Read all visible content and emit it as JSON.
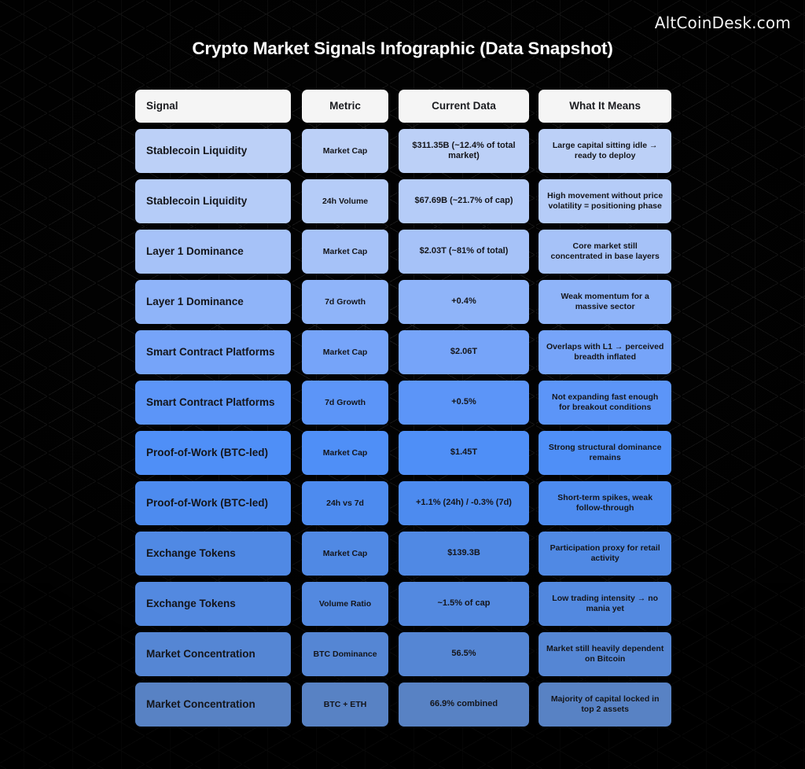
{
  "watermark": "AltCoinDesk.com",
  "title": "Crypto Market Signals Infographic (Data Snapshot)",
  "colors": {
    "background": "#030303",
    "pattern_line": "#2a2a2a",
    "header_cell": "#f5f5f5",
    "cell_text": "#14151a",
    "title_text": "#ffffff",
    "cell_top": "#bcd0f7",
    "cell_mid": "#4f8ff7",
    "cell_bottom": "#5882c4"
  },
  "table": {
    "headers": [
      "Signal",
      "Metric",
      "Current Data",
      "What It Means"
    ],
    "rows": [
      {
        "signal": "Stablecoin Liquidity",
        "metric": "Market Cap",
        "current_data": "$311.35B (~12.4% of total market)",
        "what_it_means": "Large capital sitting idle → ready to deploy",
        "color": "#bcd0f7"
      },
      {
        "signal": "Stablecoin Liquidity",
        "metric": "24h Volume",
        "current_data": "$67.69B (~21.7% of cap)",
        "what_it_means": "High movement without price volatility = positioning phase",
        "color": "#b5ccf8"
      },
      {
        "signal": "Layer 1 Dominance",
        "metric": "Market Cap",
        "current_data": "$2.03T (~81% of total)",
        "what_it_means": "Core market still concentrated in base layers",
        "color": "#a6c2f8"
      },
      {
        "signal": "Layer 1 Dominance",
        "metric": "7d Growth",
        "current_data": "+0.4%",
        "what_it_means": "Weak momentum for a massive sector",
        "color": "#8fb4f9"
      },
      {
        "signal": "Smart Contract Platforms",
        "metric": "Market Cap",
        "current_data": "$2.06T",
        "what_it_means": "Overlaps with L1 → perceived breadth inflated",
        "color": "#76a4f9"
      },
      {
        "signal": "Smart Contract Platforms",
        "metric": "7d Growth",
        "current_data": "+0.5%",
        "what_it_means": "Not expanding fast enough for breakout conditions",
        "color": "#5c95f8"
      },
      {
        "signal": "Proof-of-Work (BTC-led)",
        "metric": "Market Cap",
        "current_data": "$1.45T",
        "what_it_means": "Strong structural dominance remains",
        "color": "#4f8ff7"
      },
      {
        "signal": "Proof-of-Work (BTC-led)",
        "metric": "24h vs 7d",
        "current_data": "+1.1% (24h) / -0.3% (7d)",
        "what_it_means": "Short-term spikes, weak follow-through",
        "color": "#4d8bef"
      },
      {
        "signal": "Exchange Tokens",
        "metric": "Market Cap",
        "current_data": "$139.3B",
        "what_it_means": "Participation proxy for retail activity",
        "color": "#5089e4"
      },
      {
        "signal": "Exchange Tokens",
        "metric": "Volume Ratio",
        "current_data": "~1.5% of cap",
        "what_it_means": "Low trading intensity → no mania yet",
        "color": "#5389e0"
      },
      {
        "signal": "Market Concentration",
        "metric": "BTC Dominance",
        "current_data": "56.5%",
        "what_it_means": "Market still heavily dependent on Bitcoin",
        "color": "#5586d4"
      },
      {
        "signal": "Market Concentration",
        "metric": "BTC + ETH",
        "current_data": "66.9% combined",
        "what_it_means": "Majority of capital locked in top 2 assets",
        "color": "#5882c4"
      }
    ]
  }
}
